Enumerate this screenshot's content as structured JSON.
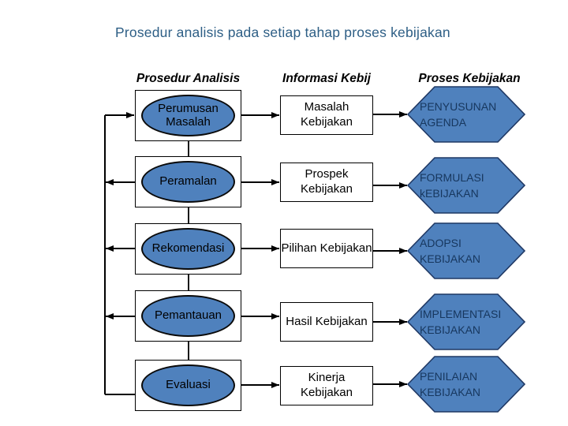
{
  "title": "Prosedur analisis pada setiap tahap proses kebijakan",
  "headers": {
    "analysis": "Prosedur Analisis",
    "info": "Informasi Kebij",
    "process": "Proses Kebijakan"
  },
  "rows": [
    {
      "analysis": "Perumusan Masalah",
      "info": "Masalah Kebijakan",
      "process": "PENYUSUNAN AGENDA"
    },
    {
      "analysis": "Peramalan",
      "info": "Prospek Kebijakan",
      "process": "FORMULASI kEBIJAKAN"
    },
    {
      "analysis": "Rekomendasi",
      "info": "Pilihan Kebijakan",
      "process": "ADOPSI KEBIJAKAN"
    },
    {
      "analysis": "Pemantauan",
      "info": "Hasil Kebijakan",
      "process": "IMPLEMENTASI KEBIJAKAN"
    },
    {
      "analysis": "Evaluasi",
      "info": "Kinerja Kebijakan",
      "process": "PENILAIAN KEBIJAKAN"
    }
  ],
  "colors": {
    "background": "#FFFFFF",
    "title_text": "#2D5E85",
    "shape_fill": "#4F81BD",
    "hex_border": "#1F3864",
    "hex_text": "#17375E",
    "ellipse_border": "#0A0A0A",
    "box_border": "#000000",
    "connector": "#000000"
  }
}
